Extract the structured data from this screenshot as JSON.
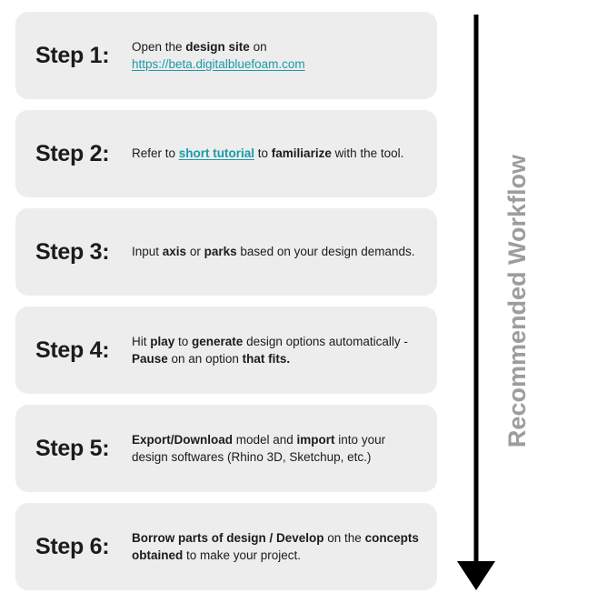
{
  "workflow": {
    "caption": "Recommended Workflow",
    "caption_color": "#9d9d9d",
    "arrow_color": "#000000",
    "arrow_direction": "down"
  },
  "theme": {
    "page_background": "#ffffff",
    "card_background": "#ededed",
    "text_color": "#1b1b1b",
    "link_color": "#1a9aa8"
  },
  "steps": [
    {
      "label": "Step 1:",
      "segments": [
        {
          "text": "Open the ",
          "style": "normal"
        },
        {
          "text": "design site",
          "style": "bold"
        },
        {
          "text": " on ",
          "style": "normal"
        },
        {
          "text": "https://beta.digitalbluefoam.com",
          "style": "link"
        }
      ],
      "plain_text": "Open the design site on https://beta.digitalbluefoam.com"
    },
    {
      "label": "Step 2:",
      "segments": [
        {
          "text": "Refer to ",
          "style": "normal"
        },
        {
          "text": "short tutorial",
          "style": "link-bold"
        },
        {
          "text": " to ",
          "style": "normal"
        },
        {
          "text": "familiarize",
          "style": "bold"
        },
        {
          "text": " with the tool.",
          "style": "normal"
        }
      ],
      "plain_text": "Refer to short tutorial to familiarize with the tool."
    },
    {
      "label": "Step 3:",
      "segments": [
        {
          "text": "Input ",
          "style": "normal"
        },
        {
          "text": "axis",
          "style": "bold"
        },
        {
          "text": " or ",
          "style": "normal"
        },
        {
          "text": "parks",
          "style": "bold"
        },
        {
          "text": " based on your design demands.",
          "style": "normal"
        }
      ],
      "plain_text": "Input axis or parks based on your design demands."
    },
    {
      "label": "Step 4:",
      "segments": [
        {
          "text": "Hit ",
          "style": "normal"
        },
        {
          "text": "play",
          "style": "bold"
        },
        {
          "text": " to ",
          "style": "normal"
        },
        {
          "text": "generate",
          "style": "bold"
        },
        {
          "text": " design options automatically - ",
          "style": "normal"
        },
        {
          "text": "Pause",
          "style": "bold"
        },
        {
          "text": " on an option ",
          "style": "normal"
        },
        {
          "text": "that fits.",
          "style": "bold"
        }
      ],
      "plain_text": "Hit play to generate design options automatically - Pause on an option that fits."
    },
    {
      "label": "Step 5:",
      "segments": [
        {
          "text": "Export/Download",
          "style": "bold"
        },
        {
          "text": " model and ",
          "style": "normal"
        },
        {
          "text": "import",
          "style": "bold"
        },
        {
          "text": " into your design softwares (Rhino 3D, Sketchup, etc.)",
          "style": "normal"
        }
      ],
      "plain_text": "Export/Download model and import into your design softwares (Rhino 3D, Sketchup, etc.)"
    },
    {
      "label": "Step 6:",
      "segments": [
        {
          "text": "Borrow parts of design / Develop",
          "style": "bold"
        },
        {
          "text": " on the ",
          "style": "normal"
        },
        {
          "text": "concepts obtained",
          "style": "bold"
        },
        {
          "text": " to make your project.",
          "style": "normal"
        }
      ],
      "plain_text": "Borrow parts of design / Develop on the concepts obtained to make your project."
    }
  ]
}
